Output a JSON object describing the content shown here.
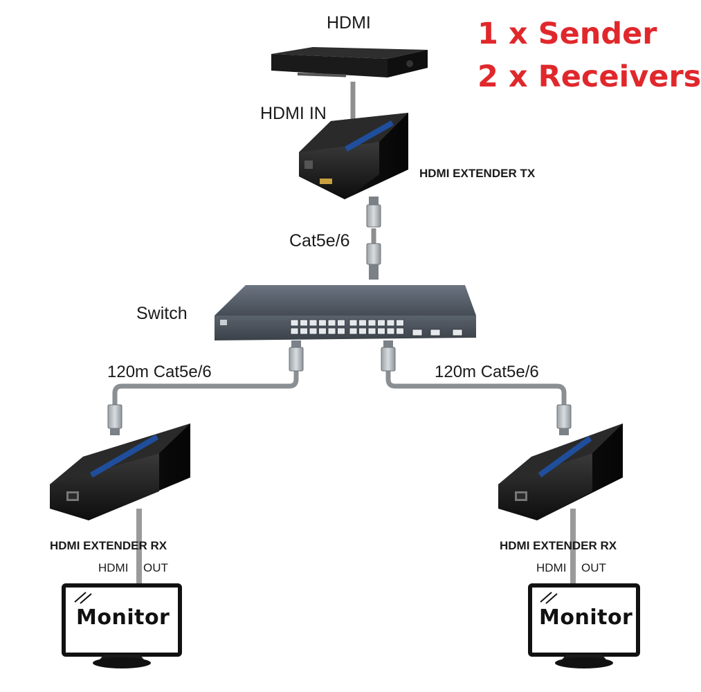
{
  "header": {
    "line1": "1 x Sender",
    "line2": "2 x Receivers",
    "accent_color": "#e0282c"
  },
  "source": {
    "label": "HDMI",
    "port_label": "HDMI IN",
    "icon": "media-player-icon"
  },
  "transmitter": {
    "label": "HDMI EXTENDER TX",
    "icon": "hdmi-extender-tx-icon"
  },
  "uplink": {
    "cable_label": "Cat5e/6"
  },
  "switch": {
    "label": "Switch",
    "icon": "network-switch-icon"
  },
  "links": [
    {
      "cable_label": "120m Cat5e/6"
    },
    {
      "cable_label": "120m Cat5e/6"
    }
  ],
  "receivers": [
    {
      "label": "HDMI EXTENDER RX",
      "port_label_left": "HDMI",
      "port_label_right": "OUT",
      "display": "Monitor",
      "icon": "hdmi-extender-rx-icon"
    },
    {
      "label": "HDMI EXTENDER RX",
      "port_label_left": "HDMI",
      "port_label_right": "OUT",
      "display": "Monitor",
      "icon": "hdmi-extender-rx-icon"
    }
  ]
}
